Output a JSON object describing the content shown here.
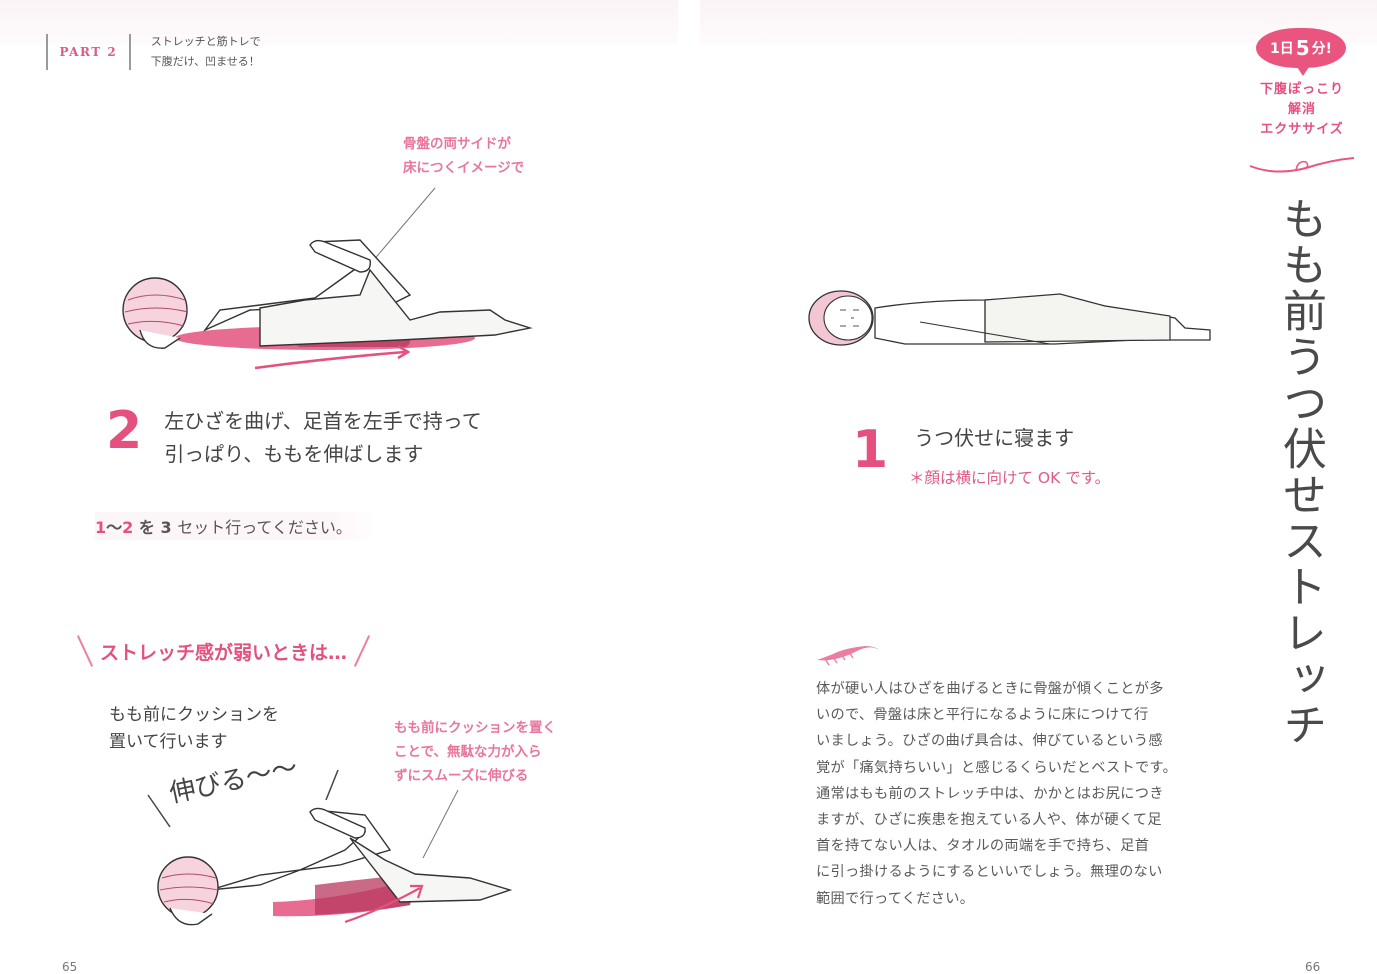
{
  "spread": {
    "left_page": {
      "running_head": {
        "part_label": "PART 2",
        "title_line1": "ストレッチと筋トレで",
        "title_line2": "下腹だけ、凹ませる！"
      },
      "callout_top": {
        "line1": "骨盤の両サイドが",
        "line2": "床につくイメージで"
      },
      "illustration_top": "woman-prone-knee-bend-stretch",
      "step": {
        "number": "2",
        "line1": "左ひざを曲げ、足首を左手で持って",
        "line2": "引っぱり、ももを伸ばします"
      },
      "sets_instruction": {
        "range_start": "1",
        "tilde": "～",
        "range_end": "2",
        "particle": "を",
        "count": "3",
        "rest": "セット行ってください。"
      },
      "tip": {
        "heading": "ストレッチ感が弱いときは…",
        "body_line1": "もも前にクッションを",
        "body_line2": "置いて行います",
        "handwritten": "伸びる〜〜",
        "callout_line1": "もも前にクッションを置く",
        "callout_line2": "ことで、無駄な力が入ら",
        "callout_line3": "ずにスムーズに伸びる",
        "illustration": "woman-prone-stretch-with-cushion"
      },
      "folio": "65"
    },
    "right_page": {
      "badge": {
        "prefix": "1日",
        "number": "5",
        "suffix": "分!"
      },
      "series_title": {
        "line1": "下腹ぽっこり",
        "line2": "解消",
        "line3": "エクササイズ"
      },
      "exercise_title": "もも前うつ伏せストレッチ",
      "illustration": "woman-lying-face-down",
      "step": {
        "number": "1",
        "text": "うつ伏せに寝ます",
        "note": "＊顔は横に向けて OK です。"
      },
      "advice_icon": "feather-ornament-icon",
      "advice_lines": [
        "体が硬い人はひざを曲げるときに骨盤が傾くことが多",
        "いので、骨盤は床と平行になるように床につけて行",
        "いましょう。ひざの曲げ具合は、伸びているという感",
        "覚が「痛気持ちいい」と感じるくらいだとベストです。",
        "通常はもも前のストレッチ中は、かかとはお尻につき",
        "ますが、ひざに疾患を抱えている人や、体が硬くて足",
        "首を持てない人は、タオルの両端を手で持ち、足首",
        "に引っ掛けるようにするといいでしょう。無理のない",
        "範囲で行ってください。"
      ],
      "folio": "66"
    },
    "colors": {
      "accent_pink": "#e4517f",
      "light_pink": "#f3c6d3",
      "muscle_highlight": "#c94d72",
      "text_gray": "#4a4a4a"
    }
  }
}
